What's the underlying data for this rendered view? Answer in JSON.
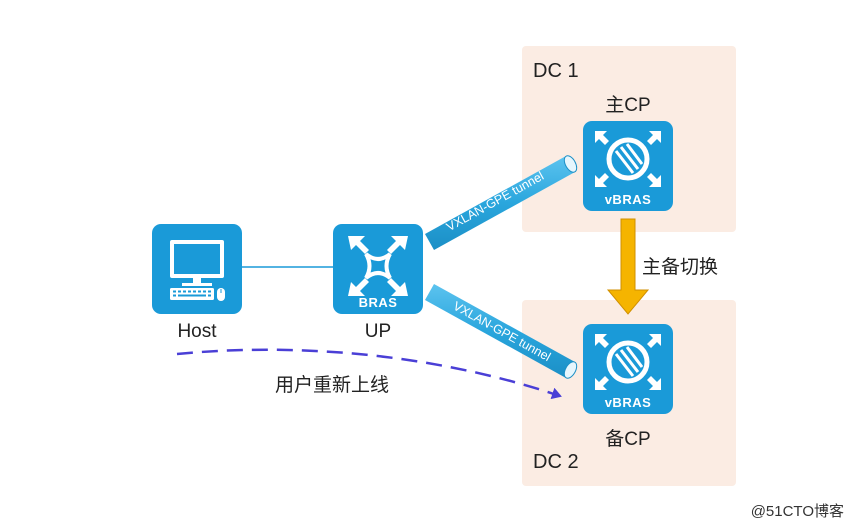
{
  "dc1": {
    "label": "DC 1",
    "cp_caption": "主CP",
    "tile_label": "vBRAS"
  },
  "dc2": {
    "label": "DC 2",
    "cp_caption": "备CP",
    "tile_label": "vBRAS"
  },
  "up": {
    "caption": "UP",
    "tile_label": "BRAS"
  },
  "host": {
    "caption": "Host"
  },
  "tunnels": {
    "upper": "VXLAN-GPE tunnel",
    "lower": "VXLAN-GPE tunnel"
  },
  "switchover": {
    "label": "主备切换"
  },
  "reconnect": {
    "label": "用户重新上线"
  },
  "watermark": "@51CTO博客",
  "colors": {
    "tile": "#1a9ad8",
    "tube": "#2aa6dd",
    "dc_bg": "#fbece3",
    "arrow": "#f5b400",
    "dashed": "#4a3fd6"
  }
}
